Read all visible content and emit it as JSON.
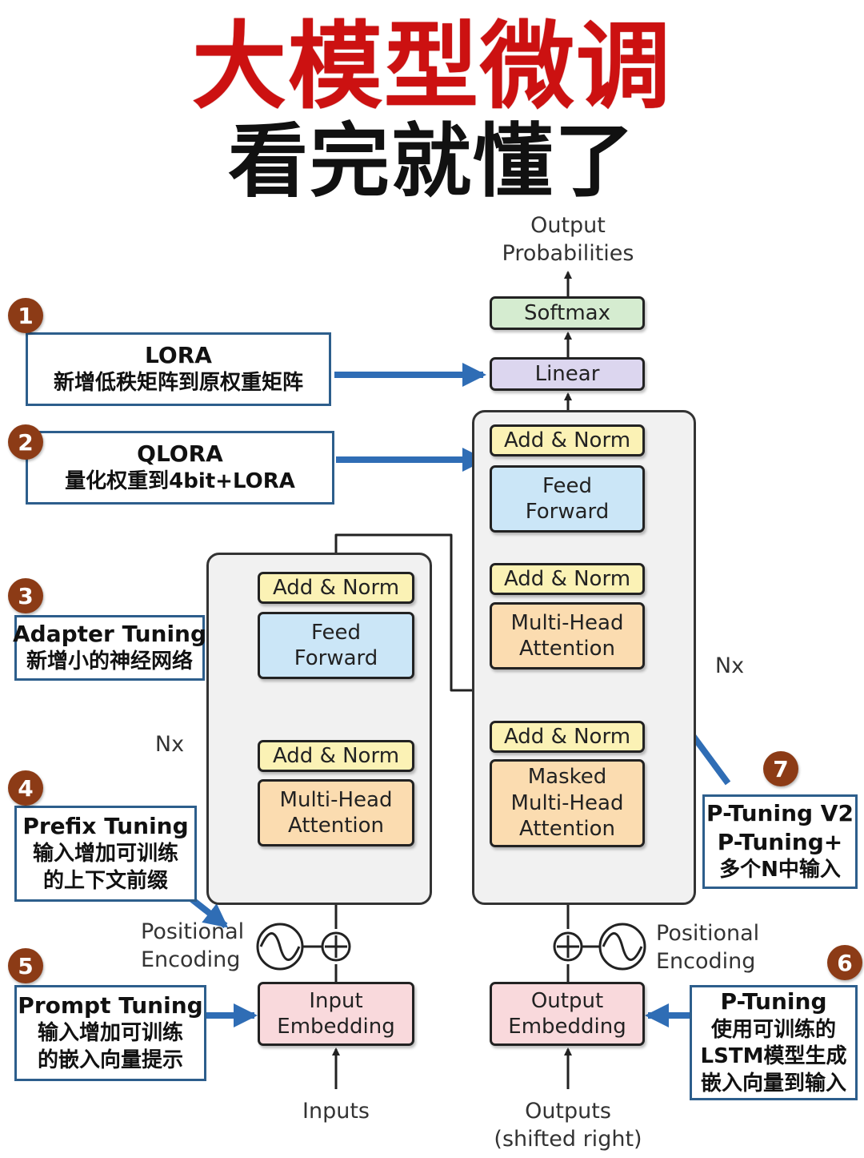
{
  "title": {
    "main": "大模型微调",
    "sub": "看完就懂了"
  },
  "encoder": {
    "add_norm_top": "Add & Norm",
    "feed_forward": [
      "Feed",
      "Forward"
    ],
    "add_norm_bottom": "Add & Norm",
    "attention": [
      "Multi-Head",
      "Attention"
    ],
    "nx": "Nx",
    "positional": [
      "Positional",
      "Encoding"
    ],
    "embedding": [
      "Input",
      "Embedding"
    ],
    "inputs": "Inputs"
  },
  "decoder": {
    "output_probabilities": [
      "Output",
      "Probabilities"
    ],
    "softmax": "Softmax",
    "linear": "Linear",
    "add_norm_top": "Add & Norm",
    "feed_forward": [
      "Feed",
      "Forward"
    ],
    "add_norm_mid": "Add & Norm",
    "attention": [
      "Multi-Head",
      "Attention"
    ],
    "add_norm_bottom": "Add & Norm",
    "masked_attention": [
      "Masked",
      "Multi-Head",
      "Attention"
    ],
    "nx": "Nx",
    "positional": [
      "Positional",
      "Encoding"
    ],
    "embedding": [
      "Output",
      "Embedding"
    ],
    "outputs": [
      "Outputs",
      "(shifted right)"
    ]
  },
  "annotations": [
    {
      "num": "1",
      "lines": [
        "LORA",
        "新增低秩矩阵到原权重矩阵"
      ]
    },
    {
      "num": "2",
      "lines": [
        "QLORA",
        "量化权重到4bit+LORA"
      ]
    },
    {
      "num": "3",
      "lines": [
        "Adapter Tuning",
        "新增小的神经网络"
      ]
    },
    {
      "num": "4",
      "lines": [
        "Prefix Tuning",
        "输入增加可训练",
        "的上下文前缀"
      ]
    },
    {
      "num": "5",
      "lines": [
        "Prompt Tuning",
        "输入增加可训练",
        "的嵌入向量提示"
      ]
    },
    {
      "num": "6",
      "lines": [
        "P-Tuning",
        "使用可训练的",
        "LSTM模型生成",
        "嵌入向量到输入"
      ]
    },
    {
      "num": "7",
      "lines": [
        "P-Tuning V2",
        "P-Tuning+",
        "多个N中输入"
      ]
    }
  ],
  "colors": {
    "title_red": "#cc1111",
    "annotation_border": "#2d5e8c",
    "arrow_blue": "#2f6db5",
    "badge": "#8c3b16"
  }
}
